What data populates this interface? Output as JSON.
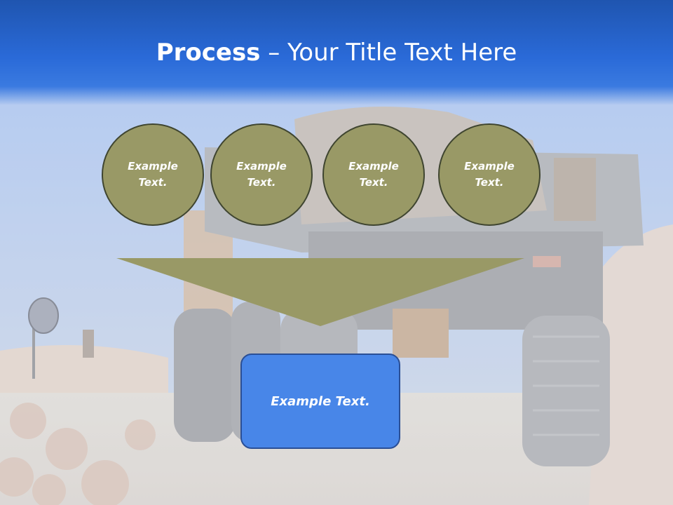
{
  "slide": {
    "title_bold": "Process",
    "title_rest": " – Your Title Text Here",
    "circles": [
      {
        "label": "Example Text."
      },
      {
        "label": "Example Text."
      },
      {
        "label": "Example Text."
      },
      {
        "label": "Example Text."
      }
    ],
    "result_label": "Example Text."
  },
  "colors": {
    "title_band": "#2a6ad8",
    "circle_fill": "#999966",
    "circle_border": "#3f4530",
    "funnel_fill": "#999966",
    "result_fill": "#4886e8",
    "result_border": "#2a4f96"
  },
  "icons": {
    "background": "dump-truck-photo"
  }
}
